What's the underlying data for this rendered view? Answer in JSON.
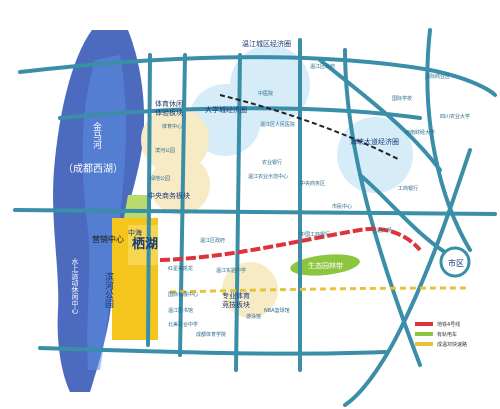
{
  "map": {
    "water_labels": {
      "jinma_river": "金马河",
      "chengdu_west_lake": "（成都西湖）"
    },
    "park_labels": {
      "binhe_park": "滨河公园",
      "sports_leisure_center": "水上运动休闲中心"
    },
    "marketing_center": "营销中心",
    "project": {
      "name": "栖湖",
      "developer": "中海"
    },
    "zones": {
      "wenjiang_city_economy": "温江城区经济圈",
      "sports_leisure": "体育休闲",
      "sports_leisure_2": "体验板块",
      "university_economy": "大学城经济圈",
      "central_business": "中央商务板块",
      "haixia_economy": "海峡大道经济圈",
      "sports_culture": "专业体育",
      "sports_culture_2": "竞技板块",
      "ecology_belt": "生态园林带",
      "city_area": "市区"
    },
    "poi": {
      "p1": "国际商业区",
      "p2": "温江区政府",
      "p3": "国际学校",
      "p4": "四川农业大学",
      "p5": "中医院",
      "p6": "绿地公园",
      "p7": "温江农业示范中心",
      "p8": "西南财经大学",
      "p9": "中央商务区",
      "p10": "温江区人民医院",
      "p11": "工商银行",
      "p12": "中国工商银行",
      "p13": "农业银行",
      "p14": "滨河公园",
      "p15": "体育中心",
      "p16": "温江区政府",
      "p17": "红星美凯龙",
      "p18": "国际会展中心",
      "p19": "温江图书馆",
      "p20": "北美联合中学",
      "p21": "游泳馆",
      "p22": "NBA篮球馆",
      "p23": "成都体育学院",
      "p24": "温江实验中学",
      "p25": "万达广场",
      "p26": "市民中心"
    },
    "legend": {
      "metro_line_4": "地铁4号线",
      "tram": "有轨电车",
      "rail": "成温邛快速路"
    },
    "colors": {
      "road": "#3b8fa8",
      "lake": "#2a4fb0",
      "park": "#a9d36b",
      "project": "#f2c21f",
      "metro": "#e0323a",
      "ecology": "#8cc63f",
      "circle": "#b9dff2",
      "glow": "#f6e6b8"
    }
  }
}
